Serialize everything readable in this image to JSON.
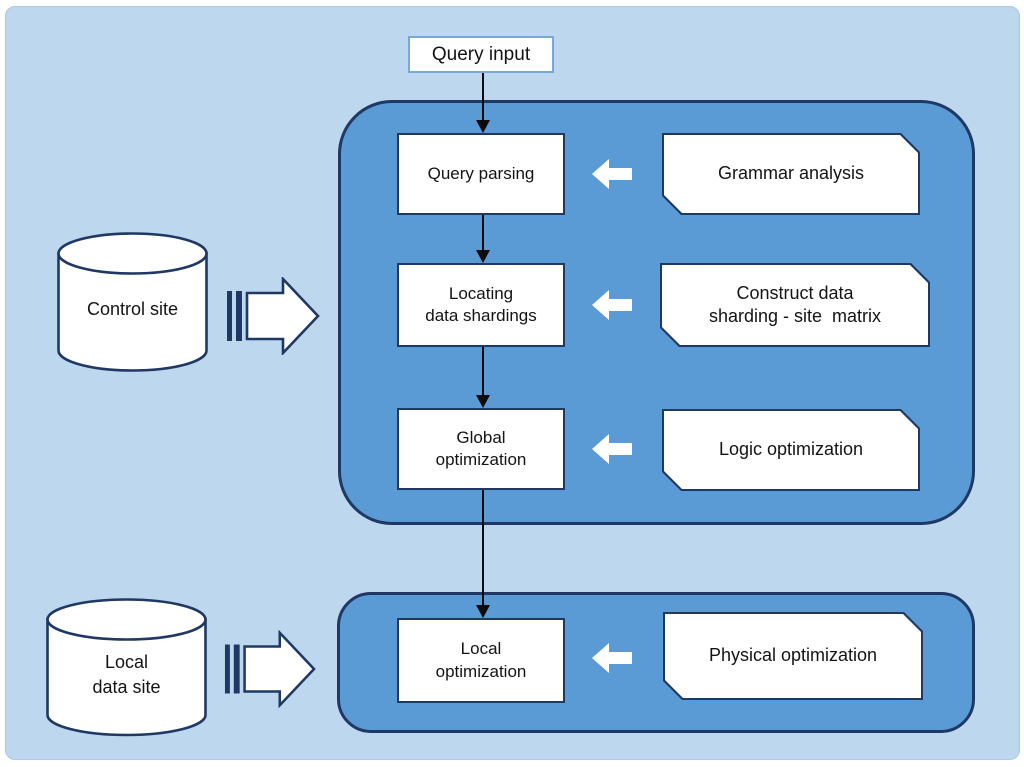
{
  "query_input": {
    "label": "Query input"
  },
  "flow": {
    "rows": [
      {
        "process": "Query parsing",
        "support": "Grammar analysis"
      },
      {
        "process": "Locating\ndata shardings",
        "support": "Construct data\nsharding - site  matrix"
      },
      {
        "process": "Global\noptimization",
        "support": "Logic optimization"
      },
      {
        "process": "Local\noptimization",
        "support": "Physical optimization"
      }
    ]
  },
  "sources": [
    {
      "label": "Control site"
    },
    {
      "label": "Local\ndata site"
    }
  ],
  "colors": {
    "canvas_bg": "#bdd7ee",
    "container_fill": "#5b9bd5",
    "outline_dark": "#1f3864",
    "box_fill": "#ffffff",
    "query_input_border": "#7ba7d9",
    "connector": "#0b0b0b"
  }
}
